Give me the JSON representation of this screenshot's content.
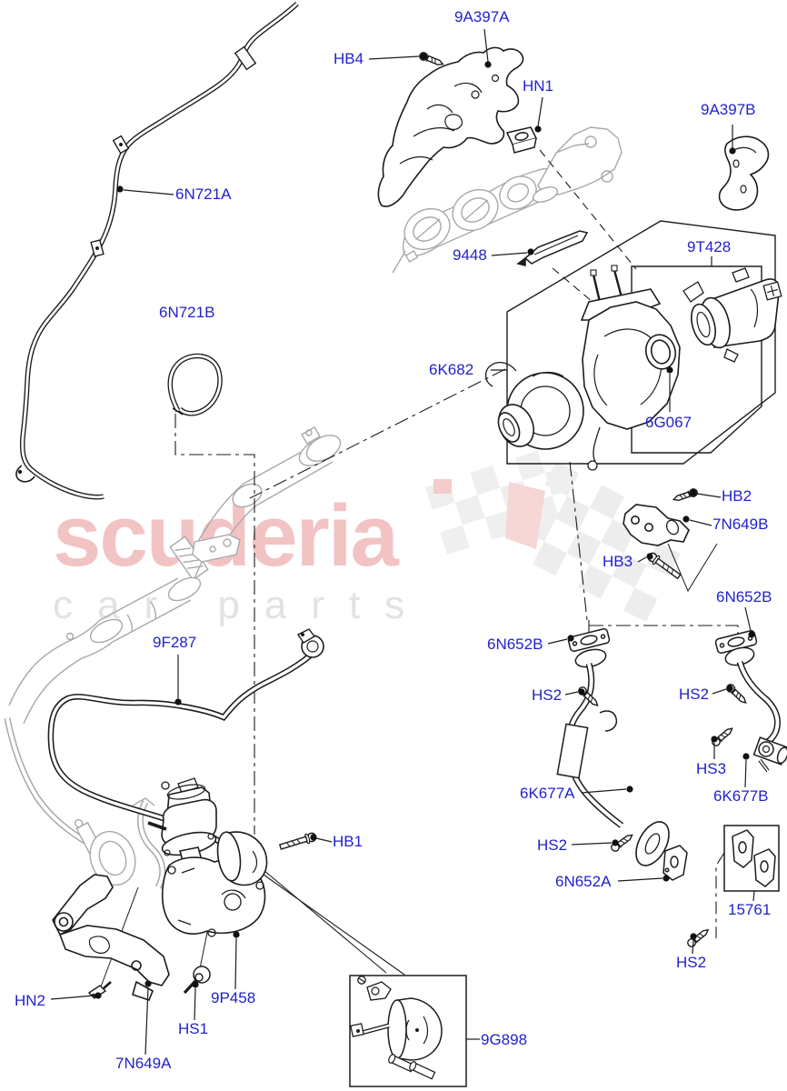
{
  "watermark": {
    "brand": "scuderia",
    "tagline": "car parts"
  },
  "colors": {
    "label_blue": "#2222cc",
    "line_black": "#1c1c1c",
    "reference_gray": "#a8a8a8",
    "watermark_pink": "#f2c3c3",
    "watermark_gray": "#e2e2e2"
  },
  "labels": [
    {
      "code": "9A397A"
    },
    {
      "code": "HB4"
    },
    {
      "code": "HN1"
    },
    {
      "code": "9A397B"
    },
    {
      "code": "6N721A"
    },
    {
      "code": "9448"
    },
    {
      "code": "9T428"
    },
    {
      "code": "6N721B"
    },
    {
      "code": "6K682"
    },
    {
      "code": "6G067"
    },
    {
      "code": "HB2"
    },
    {
      "code": "7N649B"
    },
    {
      "code": "HB3"
    },
    {
      "code": "6N652B"
    },
    {
      "code": "6N652B"
    },
    {
      "code": "9F287"
    },
    {
      "code": "HS2"
    },
    {
      "code": "HS2"
    },
    {
      "code": "HS3"
    },
    {
      "code": "6K677A"
    },
    {
      "code": "6K677B"
    },
    {
      "code": "HB1"
    },
    {
      "code": "HS2"
    },
    {
      "code": "6N652A"
    },
    {
      "code": "15761"
    },
    {
      "code": "HS2"
    },
    {
      "code": "HN2"
    },
    {
      "code": "9P458"
    },
    {
      "code": "HS1"
    },
    {
      "code": "7N649A"
    },
    {
      "code": "9G898"
    }
  ]
}
